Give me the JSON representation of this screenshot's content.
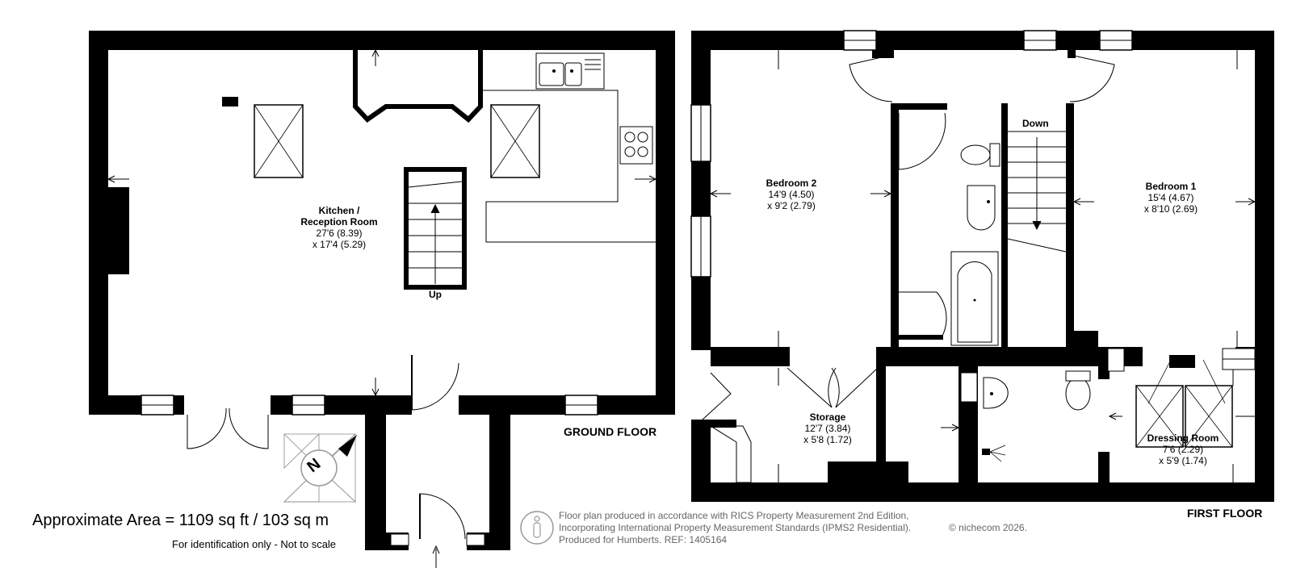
{
  "rooms": {
    "kitchen": {
      "name": "Kitchen /",
      "name2": "Reception Room",
      "dim1": "27'6 (8.39)",
      "dim2": "x 17'4 (5.29)"
    },
    "bedroom2": {
      "name": "Bedroom 2",
      "dim1": "14'9 (4.50)",
      "dim2": "x 9'2 (2.79)"
    },
    "bedroom1": {
      "name": "Bedroom 1",
      "dim1": "15'4 (4.67)",
      "dim2": "x 8'10 (2.69)"
    },
    "storage": {
      "name": "Storage",
      "dim1": "12'7 (3.84)",
      "dim2": "x 5'8 (1.72)"
    },
    "dressing": {
      "name": "Dressing Room",
      "dim1": "7'6 (2.29)",
      "dim2": "x 5'9 (1.74)"
    }
  },
  "stairs": {
    "up": "Up",
    "down": "Down"
  },
  "floors": {
    "ground": "GROUND FLOOR",
    "first": "FIRST FLOOR"
  },
  "compass": {
    "letter": "N"
  },
  "footer": {
    "area": "Approximate Area = 1109 sq ft / 103 sq m",
    "ident": "For identification only - Not to scale",
    "credit_line1": "Floor plan produced in accordance with RICS Property Measurement 2nd Edition,",
    "credit_line2": "Incorporating International Property Measurement Standards (IPMS2 Residential).",
    "credit_line3": "Produced for Humberts.   REF:  1405164",
    "copyright": "© nichecom 2026."
  }
}
